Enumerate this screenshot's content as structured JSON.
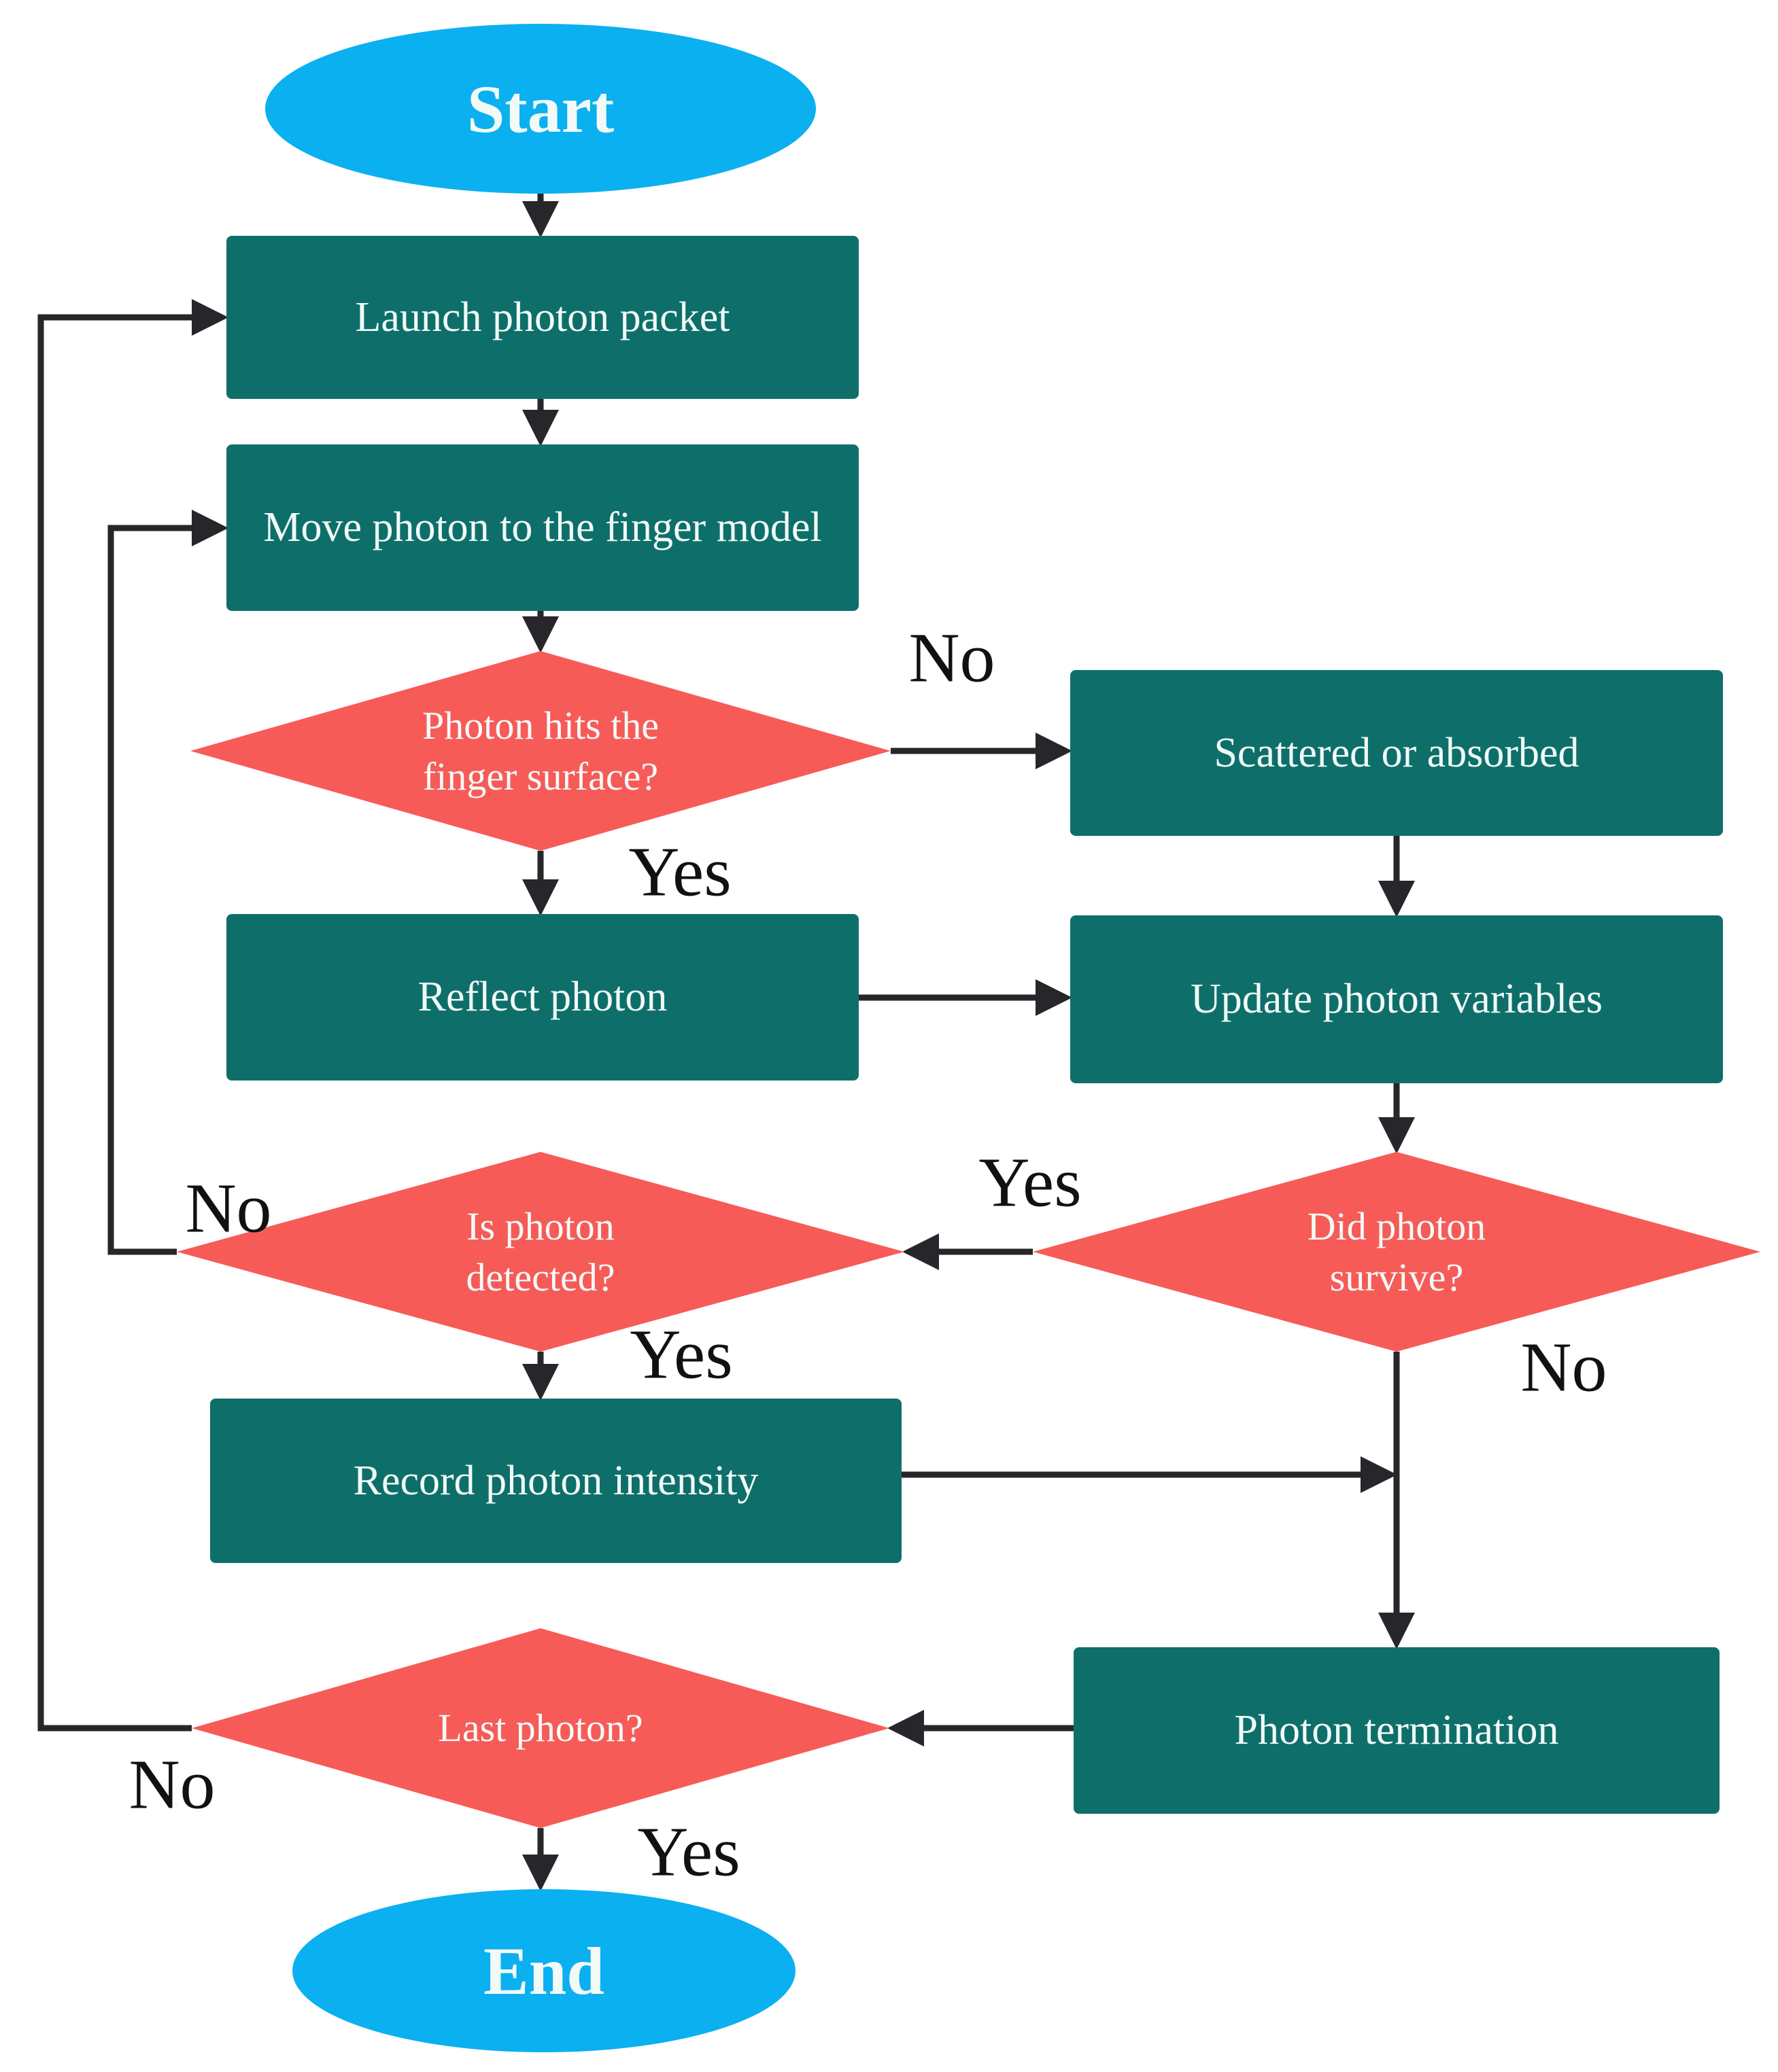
{
  "flowchart": {
    "nodes": {
      "start": {
        "label": "Start",
        "type": "terminator"
      },
      "launch": {
        "label": "Launch photon packet",
        "type": "process"
      },
      "move": {
        "label": "Move photon to the finger model",
        "type": "process"
      },
      "hits": {
        "label": "Photon hits the\nfinger surface?",
        "type": "decision"
      },
      "scattered": {
        "label": "Scattered or absorbed",
        "type": "process"
      },
      "reflect": {
        "label": "Reflect photon",
        "type": "process"
      },
      "update": {
        "label": "Update photon variables",
        "type": "process"
      },
      "survive": {
        "label": "Did photon\nsurvive?",
        "type": "decision"
      },
      "detected": {
        "label": "Is photon\ndetected?",
        "type": "decision"
      },
      "record": {
        "label": "Record photon intensity",
        "type": "process"
      },
      "termination": {
        "label": "Photon termination",
        "type": "process"
      },
      "last": {
        "label": "Last photon?",
        "type": "decision"
      },
      "end": {
        "label": "End",
        "type": "terminator"
      }
    },
    "edges": [
      {
        "from": "start",
        "to": "launch",
        "label": ""
      },
      {
        "from": "launch",
        "to": "move",
        "label": ""
      },
      {
        "from": "move",
        "to": "hits",
        "label": ""
      },
      {
        "from": "hits",
        "to": "scattered",
        "label": "No"
      },
      {
        "from": "hits",
        "to": "reflect",
        "label": "Yes"
      },
      {
        "from": "scattered",
        "to": "update",
        "label": ""
      },
      {
        "from": "reflect",
        "to": "update",
        "label": ""
      },
      {
        "from": "update",
        "to": "survive",
        "label": ""
      },
      {
        "from": "survive",
        "to": "detected",
        "label": "Yes"
      },
      {
        "from": "survive",
        "to": "termination",
        "label": "No"
      },
      {
        "from": "detected",
        "to": "move",
        "label": "No"
      },
      {
        "from": "detected",
        "to": "record",
        "label": "Yes"
      },
      {
        "from": "record",
        "to": "termination",
        "label": ""
      },
      {
        "from": "termination",
        "to": "last",
        "label": ""
      },
      {
        "from": "last",
        "to": "launch",
        "label": "No"
      },
      {
        "from": "last",
        "to": "end",
        "label": "Yes"
      }
    ],
    "colors": {
      "terminator_fill": "#0BB0F0",
      "process_fill": "#0E6F6A",
      "decision_fill": "#F75B58",
      "node_text": "#F2FAF8",
      "connector": "#26262B",
      "edge_label_text": "#111111",
      "background": "#FFFFFF"
    }
  }
}
